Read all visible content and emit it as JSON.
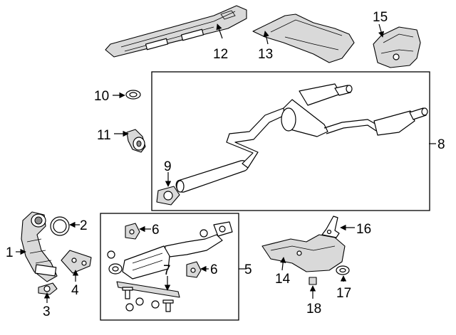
{
  "callouts": {
    "c1": "1",
    "c2": "2",
    "c3": "3",
    "c4": "4",
    "c5": "5",
    "c6a": "6",
    "c6b": "6",
    "c7": "7",
    "c8": "8",
    "c9": "9",
    "c10": "10",
    "c11": "11",
    "c12": "12",
    "c13": "13",
    "c14": "14",
    "c15": "15",
    "c16": "16",
    "c17": "17",
    "c18": "18"
  }
}
